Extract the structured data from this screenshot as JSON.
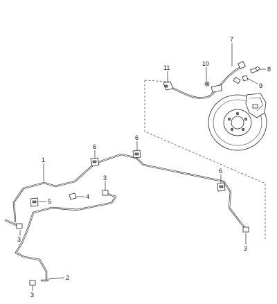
{
  "callouts": [
    {
      "id": "c1",
      "label": "1"
    },
    {
      "id": "c2",
      "label": "2"
    },
    {
      "id": "c3a",
      "label": "3"
    },
    {
      "id": "c3b",
      "label": "3"
    },
    {
      "id": "c3c",
      "label": "3"
    },
    {
      "id": "c3d",
      "label": "3"
    },
    {
      "id": "c4",
      "label": "4"
    },
    {
      "id": "c5",
      "label": "5"
    },
    {
      "id": "c6a",
      "label": "6"
    },
    {
      "id": "c6b",
      "label": "6"
    },
    {
      "id": "c6c",
      "label": "6"
    },
    {
      "id": "c7",
      "label": "7"
    },
    {
      "id": "c8",
      "label": "8"
    },
    {
      "id": "c9",
      "label": "9"
    },
    {
      "id": "c10",
      "label": "10"
    },
    {
      "id": "c11",
      "label": "11"
    }
  ]
}
